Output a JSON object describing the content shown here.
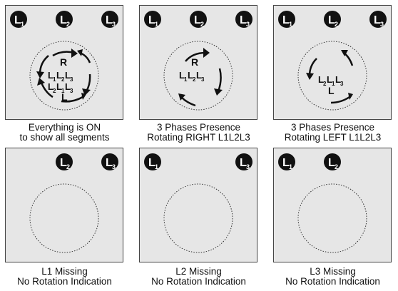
{
  "badge_sub": {
    "L1": "1",
    "L2": "2",
    "L3": "3"
  },
  "panels": [
    {
      "id": "all-on",
      "badges": [
        "L1",
        "L2",
        "L3"
      ],
      "circle": true,
      "segments": {
        "r_label": "R",
        "l_label": "L",
        "right_seq": [
          "L",
          "1",
          "L",
          "2",
          "L",
          "3"
        ],
        "left_seq": [
          "L",
          "2",
          "L",
          "1",
          "L",
          "3"
        ]
      },
      "arrows": "all",
      "caption": [
        "Everything is ON",
        "to show all segments"
      ]
    },
    {
      "id": "rotating-right",
      "badges": [
        "L1",
        "L2",
        "L3"
      ],
      "circle": true,
      "segments": {
        "r_label": "R",
        "right_seq": [
          "L",
          "1",
          "L",
          "2",
          "L",
          "3"
        ]
      },
      "arrows": "right",
      "caption": [
        "3 Phases Presence",
        "Rotating RIGHT L1L2L3"
      ]
    },
    {
      "id": "rotating-left",
      "badges": [
        "L1",
        "L2",
        "L3"
      ],
      "circle": true,
      "segments": {
        "l_label": "L",
        "left_seq": [
          "L",
          "2",
          "L",
          "1",
          "L",
          "3"
        ]
      },
      "arrows": "left",
      "caption": [
        "3 Phases Presence",
        "Rotating LEFT  L1L2L3"
      ]
    },
    {
      "id": "l1-missing",
      "badges": [
        "L2",
        "L3"
      ],
      "circle": true,
      "caption": [
        "L1 Missing",
        "No Rotation Indication"
      ]
    },
    {
      "id": "l2-missing",
      "badges": [
        "L1",
        "L3"
      ],
      "circle": true,
      "caption": [
        "L2 Missing",
        "No Rotation Indication"
      ]
    },
    {
      "id": "l3-missing",
      "badges": [
        "L1",
        "L2"
      ],
      "circle": true,
      "caption": [
        "L3 Missing",
        "No Rotation Indication"
      ]
    }
  ]
}
